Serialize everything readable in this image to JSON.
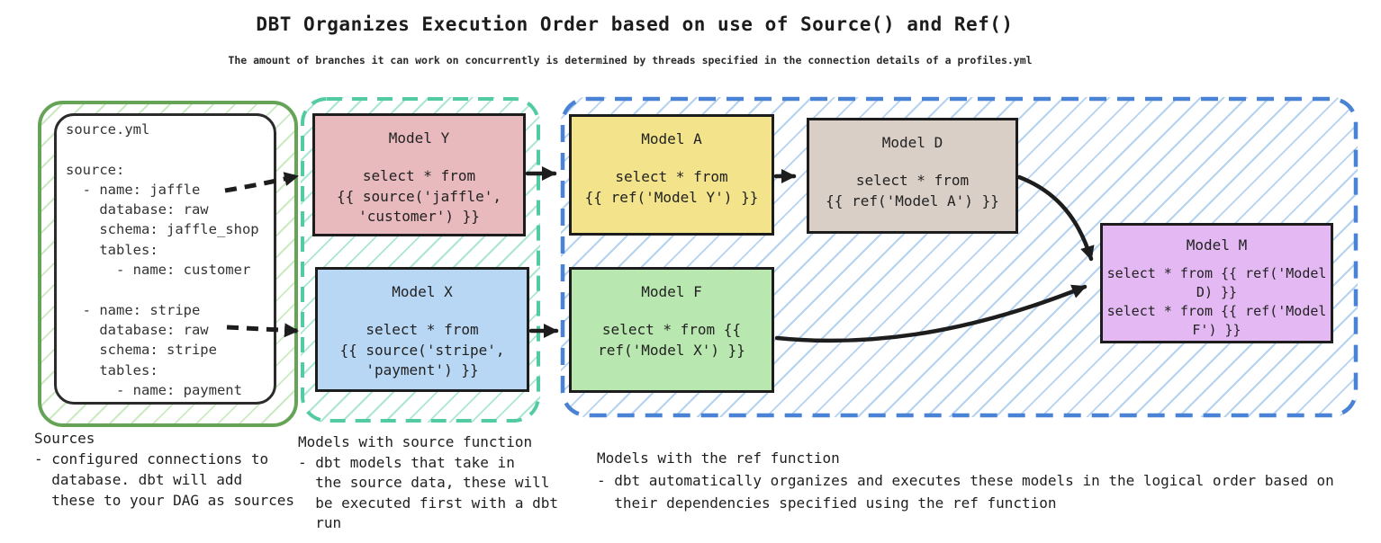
{
  "header": {
    "title": "DBT Organizes Execution Order based on use of Source() and Ref()",
    "subtitle": "The amount of branches it can work on concurrently is determined by threads specified in the connection details of a profiles.yml"
  },
  "source_yml": {
    "content": "source.yml\n\nsource:\n  - name: jaffle\n    database: raw\n    schema: jaffle_shop\n    tables:\n      - name: customer\n\n  - name: stripe\n    database: raw\n    schema: stripe\n    tables:\n      - name: payment"
  },
  "models": {
    "y": {
      "title": "Model Y",
      "code": "select * from\n{{ source('jaffle',\n'customer') }}"
    },
    "x": {
      "title": "Model X",
      "code": "select * from\n{{ source('stripe',\n'payment') }}"
    },
    "a": {
      "title": "Model A",
      "code": "select * from\n{{ ref('Model Y') }}"
    },
    "d": {
      "title": "Model D",
      "code": "select * from\n{{ ref('Model A') }}"
    },
    "f": {
      "title": "Model F",
      "code": "select * from {{\nref('Model X') }}"
    },
    "m": {
      "title": "Model M",
      "code": "select * from {{ ref('Model\nD) }}\nselect * from {{ ref('Model\nF') }}"
    }
  },
  "captions": {
    "sources": "Sources\n- configured connections to\n  database. dbt will add\n  these to your DAG as sources",
    "source_models": "Models with source function\n- dbt models that take in\n  the source data, these will\n  be executed first with a dbt\n  run",
    "ref_models": "Models with the ref function\n- dbt automatically organizes and executes these models in the logical order based on\n  their dependencies specified using the ref function"
  },
  "colors": {
    "sources_border": "#65a356",
    "sources_hatch": "#cbe9c2",
    "source_models_border": "#53cba2",
    "source_models_hatch": "#abe6cf",
    "ref_models_border": "#4a82d6",
    "ref_models_hatch": "#b5d2f1",
    "box_border": "#1d1d1d",
    "arrow": "#1d1d1d",
    "model_y_fill": "#e8b9bd",
    "model_x_fill": "#b8d7f5",
    "model_a_fill": "#f3e38a",
    "model_d_fill": "#d9cfc7",
    "model_f_fill": "#b9e7b0",
    "model_m_fill": "#e3b8f3"
  }
}
